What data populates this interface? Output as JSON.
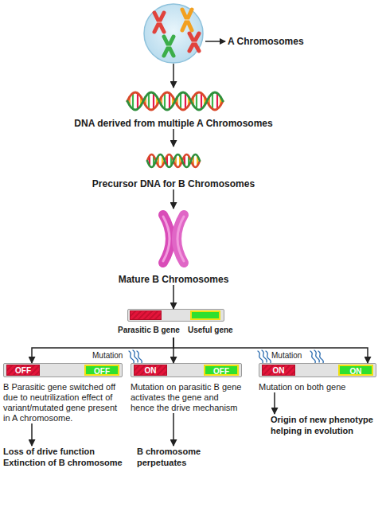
{
  "diagram": {
    "nodes": [
      {
        "text": [
          "A Chromosomes"
        ]
      },
      {
        "text": [
          "DNA derived from multiple A Chromosomes"
        ]
      },
      {
        "text": [
          "Precursor DNA for B Chromosomes"
        ]
      },
      {
        "text": [
          "Mature B Chromosomes"
        ]
      },
      {
        "text": [
          "Parasitic B gene",
          "Useful gene"
        ]
      },
      {
        "text": [
          "OFF",
          "OFF",
          "B Parasitic gene switched off due to neutrilization effect of variant/mutated gene present in A chromosome."
        ]
      },
      {
        "text": [
          "ON",
          "OFF",
          "Mutation on parasitic B gene activates the gene and hence the drive mechanism"
        ]
      },
      {
        "text": [
          "ON",
          "ON",
          "Mutation on both gene"
        ]
      },
      {
        "text": [
          "Loss of drive function Extinction of B chromosome"
        ]
      },
      {
        "text": [
          "B chromosome perpetuates"
        ]
      },
      {
        "text": [
          "Origin of new phenotype helping in evolution"
        ]
      }
    ],
    "edges": [
      {
        "from": 0,
        "to": 1,
        "arrow": "to"
      },
      {
        "from": 1,
        "to": 2,
        "arrow": "to"
      },
      {
        "from": 2,
        "to": 3,
        "arrow": "to"
      },
      {
        "from": 3,
        "to": 4,
        "arrow": "to"
      },
      {
        "from": 4,
        "to": 5,
        "arrow": "to"
      },
      {
        "from": 4,
        "to": 6,
        "arrow": "to"
      },
      {
        "from": 4,
        "to": 7,
        "arrow": "to"
      },
      {
        "from": 5,
        "to": 8,
        "arrow": "to"
      },
      {
        "from": 6,
        "to": 9,
        "arrow": "to"
      },
      {
        "from": 7,
        "to": 10,
        "arrow": "to"
      }
    ],
    "labels": [
      "Mutation",
      "Mutation"
    ]
  }
}
